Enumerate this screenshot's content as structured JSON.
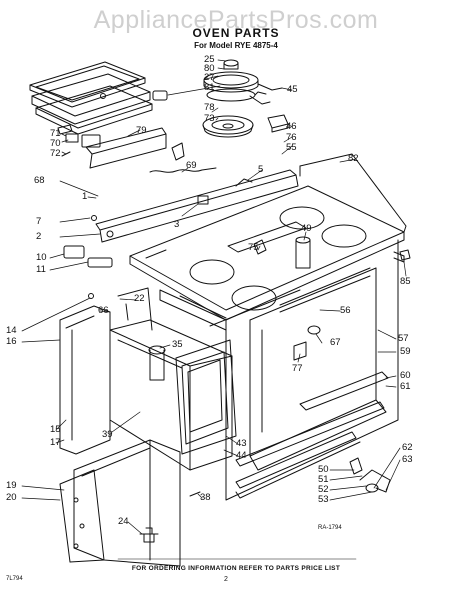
{
  "watermark": "AppliancePartsPros.com",
  "title": "OVEN PARTS",
  "subtitle": "For Model RYE 4875-4",
  "footer": "FOR ORDERING INFORMATION REFER TO PARTS PRICE LIST",
  "page_number": "2",
  "drawing_code_left": "7L794",
  "drawing_code_right": "RA-1794",
  "callouts": [
    {
      "id": "c25",
      "text": "25"
    },
    {
      "id": "c80",
      "text": "80"
    },
    {
      "id": "c27",
      "text": "27"
    },
    {
      "id": "c81",
      "text": "81"
    },
    {
      "id": "c45",
      "text": "45"
    },
    {
      "id": "c78",
      "text": "78"
    },
    {
      "id": "c73",
      "text": "73"
    },
    {
      "id": "c46",
      "text": "46"
    },
    {
      "id": "c76",
      "text": "76"
    },
    {
      "id": "c55",
      "text": "55"
    },
    {
      "id": "c71",
      "text": "71"
    },
    {
      "id": "c70",
      "text": "70"
    },
    {
      "id": "c72",
      "text": "72"
    },
    {
      "id": "c79",
      "text": "79"
    },
    {
      "id": "c82",
      "text": "82"
    },
    {
      "id": "c69",
      "text": "69"
    },
    {
      "id": "c5",
      "text": "5"
    },
    {
      "id": "c68",
      "text": "68"
    },
    {
      "id": "c1",
      "text": "1"
    },
    {
      "id": "c7",
      "text": "7"
    },
    {
      "id": "c3",
      "text": "3"
    },
    {
      "id": "c2",
      "text": "2"
    },
    {
      "id": "c49",
      "text": "49"
    },
    {
      "id": "c75",
      "text": "75"
    },
    {
      "id": "c10",
      "text": "10"
    },
    {
      "id": "c11",
      "text": "11"
    },
    {
      "id": "c85",
      "text": "85"
    },
    {
      "id": "c22",
      "text": "22"
    },
    {
      "id": "c66",
      "text": "66"
    },
    {
      "id": "c56",
      "text": "56"
    },
    {
      "id": "c14",
      "text": "14"
    },
    {
      "id": "c16",
      "text": "16"
    },
    {
      "id": "c35",
      "text": "35"
    },
    {
      "id": "c57",
      "text": "57"
    },
    {
      "id": "c67",
      "text": "67"
    },
    {
      "id": "c59",
      "text": "59"
    },
    {
      "id": "c77",
      "text": "77"
    },
    {
      "id": "c60",
      "text": "60"
    },
    {
      "id": "c61",
      "text": "61"
    },
    {
      "id": "c15",
      "text": "15"
    },
    {
      "id": "c17",
      "text": "17"
    },
    {
      "id": "c39",
      "text": "39"
    },
    {
      "id": "c43",
      "text": "43"
    },
    {
      "id": "c44",
      "text": "44"
    },
    {
      "id": "c62",
      "text": "62"
    },
    {
      "id": "c63",
      "text": "63"
    },
    {
      "id": "c19",
      "text": "19"
    },
    {
      "id": "c20",
      "text": "20"
    },
    {
      "id": "c38",
      "text": "38"
    },
    {
      "id": "c50",
      "text": "50"
    },
    {
      "id": "c51",
      "text": "51"
    },
    {
      "id": "c52",
      "text": "52"
    },
    {
      "id": "c53",
      "text": "53"
    },
    {
      "id": "c24",
      "text": "24"
    }
  ]
}
